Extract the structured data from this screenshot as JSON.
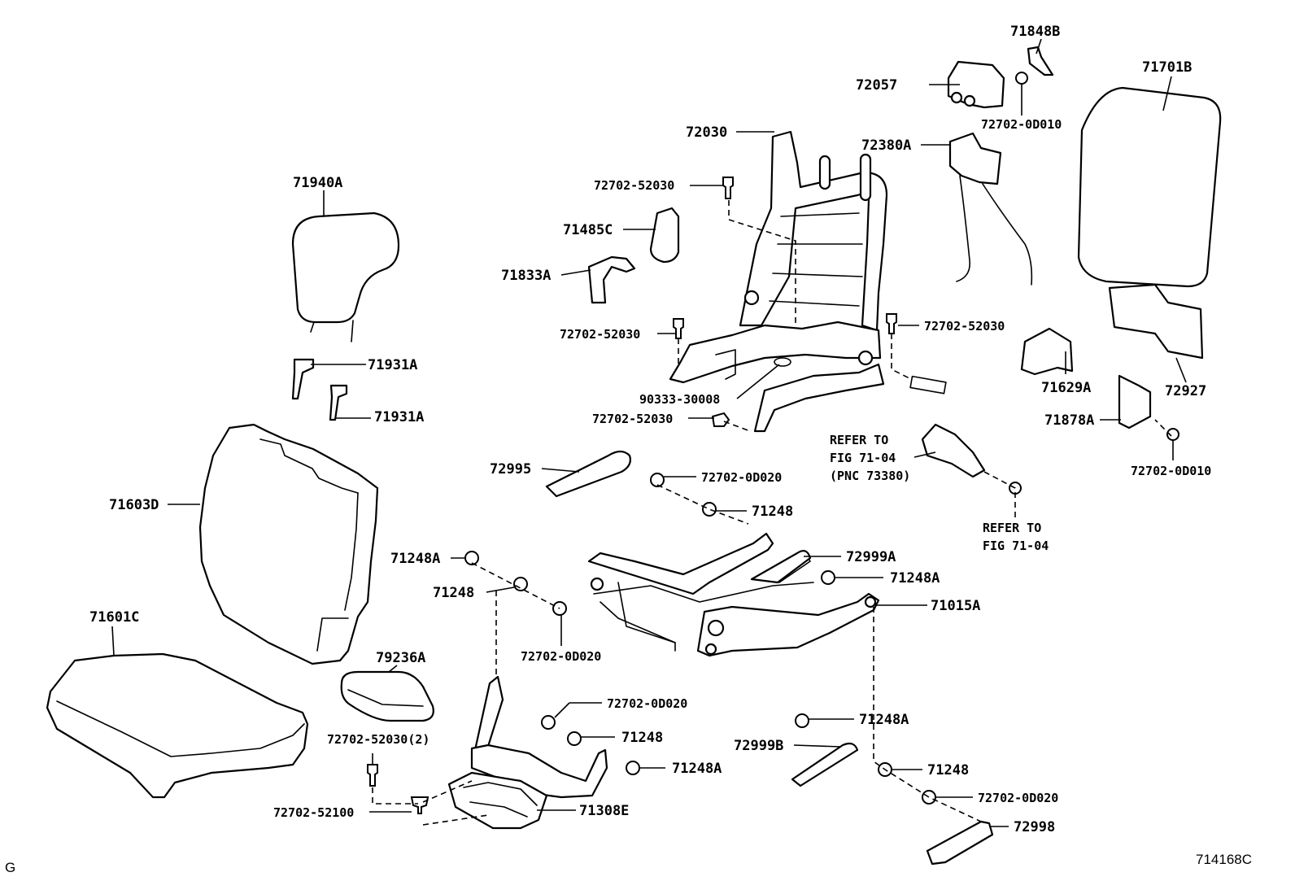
{
  "labels": {
    "p71848b": "71848B",
    "p71701b": "71701B",
    "p72057": "72057",
    "p727020d010_a": "72702-0D010",
    "p72030": "72030",
    "p72380a": "72380A",
    "p71940a": "71940A",
    "p7270252030_a": "72702-52030",
    "p71485c": "71485C",
    "p71833a": "71833A",
    "p7270252030_b": "72702-52030",
    "p7270252030_c": "72702-52030",
    "p71931a_a": "71931A",
    "p9033330008": "90333-30008",
    "p71629a": "71629A",
    "p72927": "72927",
    "p71931a_b": "71931A",
    "p7270252030_d": "72702-52030",
    "p71878a": "71878A",
    "p727020d010_b": "72702-0D010",
    "p72995": "72995",
    "p727020d020_a": "72702-0D020",
    "p71603d": "71603D",
    "p71248_a": "71248",
    "p71248a_a": "71248A",
    "p72999a": "72999A",
    "p71248a_b": "71248A",
    "p71248_b": "71248",
    "p71015a": "71015A",
    "p727020d020_b": "72702-0D020",
    "p71601c": "71601C",
    "p79236a": "79236A",
    "p727020d020_c": "72702-0D020",
    "p71248a_c": "71248A",
    "p71248_c": "71248",
    "p72999b": "72999B",
    "p7270252030_2": "72702-52030(2)",
    "p71248a_d": "71248A",
    "p71248_d": "71248",
    "p727020d020_d": "72702-0D020",
    "p7270252100": "72702-52100",
    "p71308e": "71308E",
    "p72998": "72998"
  },
  "notes": {
    "refer1_line1": "REFER TO",
    "refer1_line2": "FIG 71-04",
    "refer1_line3": "(PNC 73380)",
    "refer2_line1": "REFER TO",
    "refer2_line2": "FIG 71-04"
  },
  "corner": {
    "left_code": "G",
    "right_code": "714168C"
  }
}
